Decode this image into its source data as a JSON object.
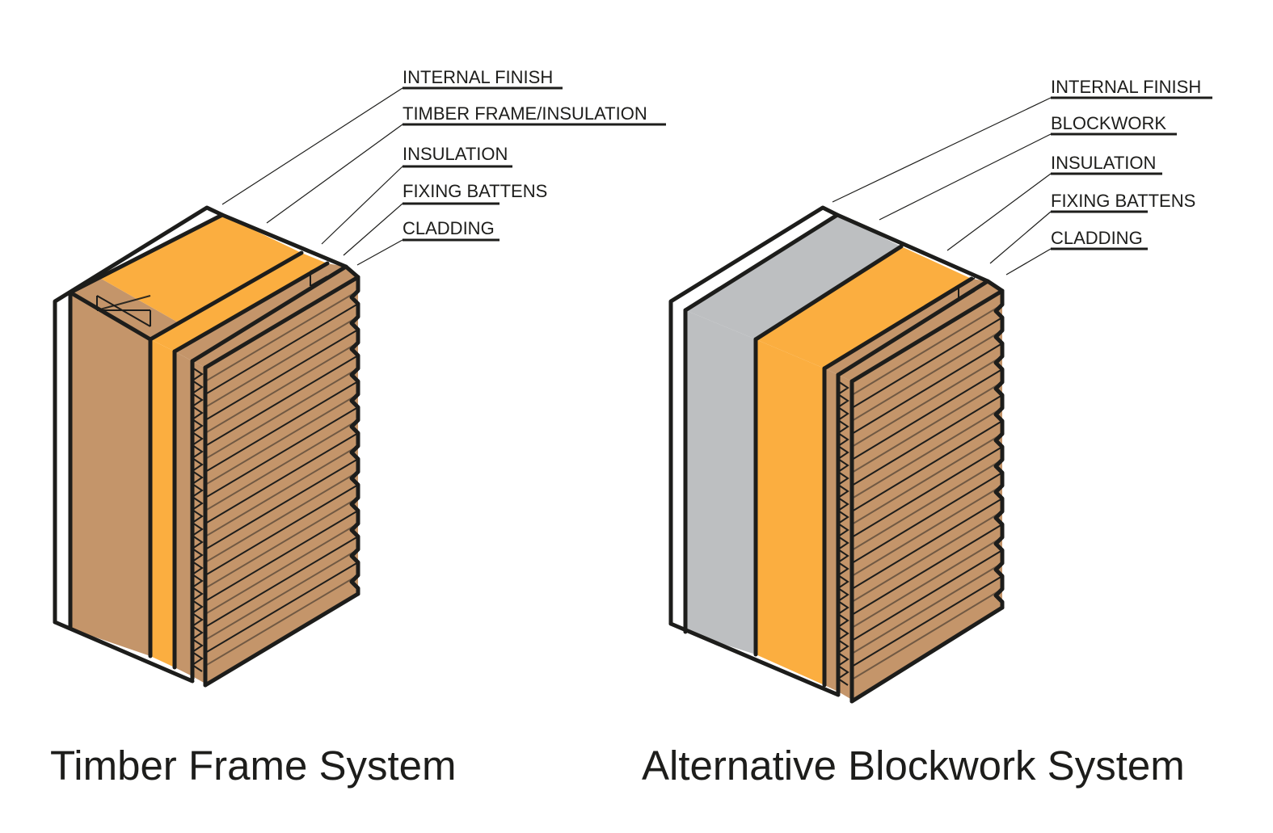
{
  "colors": {
    "outline": "#1d1d1b",
    "timber": "#c4956a",
    "insulation": "#fbae40",
    "blockwork": "#bdbfc1",
    "internal_finish": "#ffffff"
  },
  "timber_frame": {
    "caption": "Timber Frame System",
    "layers": [
      "INTERNAL FINISH",
      "TIMBER FRAME/INSULATION",
      "INSULATION",
      "FIXING BATTENS",
      "CLADDING"
    ]
  },
  "blockwork": {
    "caption": "Alternative Blockwork System",
    "layers": [
      "INTERNAL FINISH",
      "BLOCKWORK",
      "INSULATION",
      "FIXING BATTENS",
      "CLADDING"
    ]
  }
}
